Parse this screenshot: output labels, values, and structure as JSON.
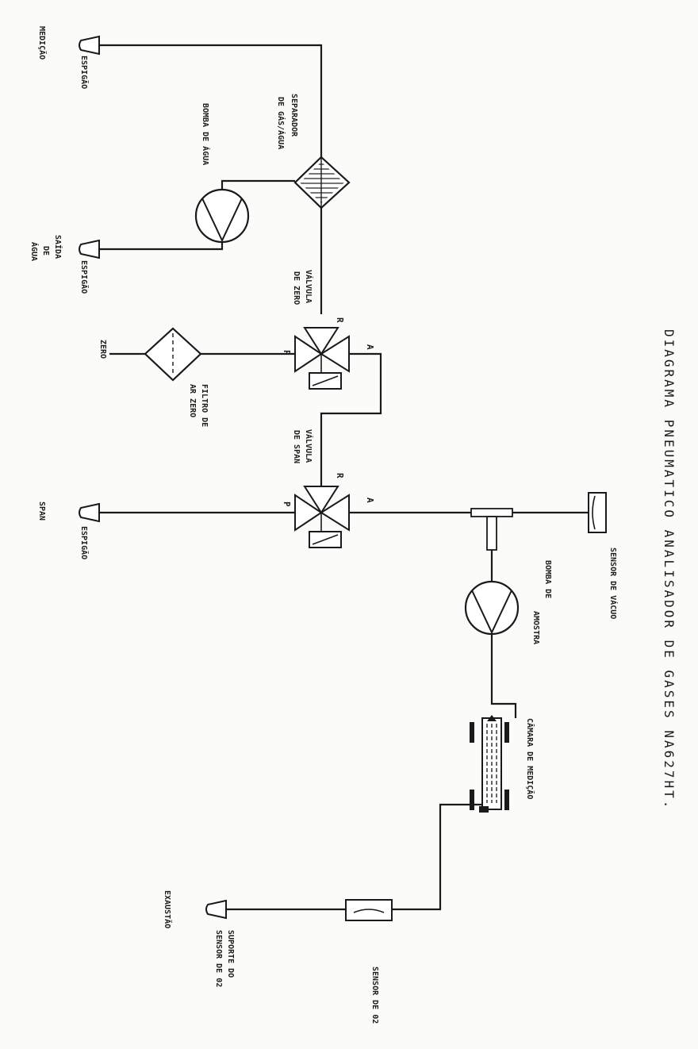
{
  "title": "DIAGRAMA PNEUMATICO ANALISADOR DE GASES NA627HT.",
  "labels": {
    "medicao": "MEDIÇÃO",
    "espigao_medicao": "ESPIGÃO",
    "separador": [
      "SEPARADOR",
      "DE GÁS/ÁGUA"
    ],
    "bomba_agua": "BOMBA DE ÁGUA",
    "saida_agua": [
      "SAÍDA",
      "DE",
      "ÁGUA"
    ],
    "espigao_agua": "ESPIGÃO",
    "valvula_zero": [
      "VÁLVULA",
      "DE ZERO"
    ],
    "zero": "ZERO",
    "filtro": [
      "FILTRO DE",
      "AR ZERO"
    ],
    "valvula_span": [
      "VÁLVULA",
      "DE SPAN"
    ],
    "span": "SPAN",
    "espigao_span": "ESPIGÃO",
    "sensor_vacuo": "SENSOR DE VÁCUO",
    "bomba_amostra": [
      "BOMBA DE",
      "AMOSTRA"
    ],
    "camara": "CÂMARA DE MEDIÇÃO",
    "exaustao": "EXAUSTÃO",
    "suporte": [
      "SUPORTE DO",
      "SENSOR DE 02"
    ],
    "sensor_o2": "SENSOR DE 02",
    "port_r": "R",
    "port_p": "P",
    "port_a": "A"
  },
  "colors": {
    "ink": "#1a1a1a",
    "paper": "#fbfbf9"
  }
}
